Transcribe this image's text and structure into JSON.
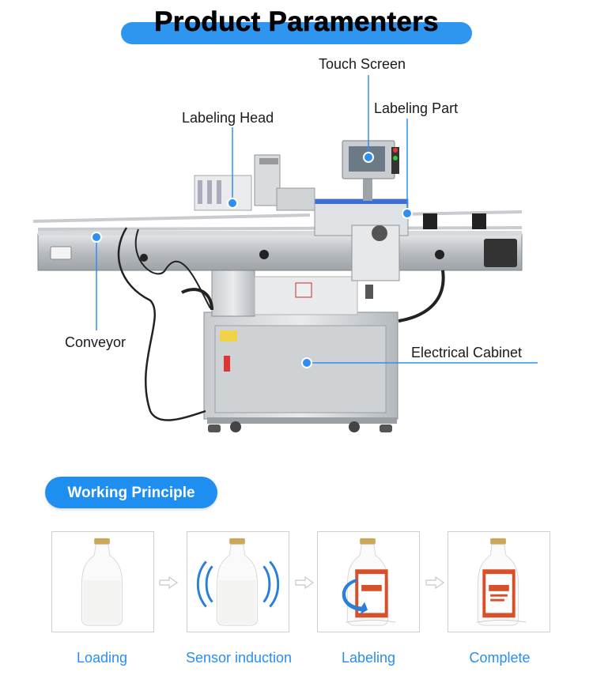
{
  "header": {
    "title": "Product Paramenters"
  },
  "callouts": {
    "touch_screen": "Touch Screen",
    "labeling_part": "Labeling Part",
    "labeling_head": "Labeling Head",
    "conveyor": "Conveyor",
    "electrical_cabinet": "Electrical Cabinet"
  },
  "working_principle": {
    "title": "Working Principle",
    "steps": [
      {
        "label": "Loading"
      },
      {
        "label": "Sensor induction"
      },
      {
        "label": "Labeling"
      },
      {
        "label": "Complete"
      }
    ]
  },
  "colors": {
    "accent_blue": "#2f96f0",
    "step_text_blue": "#2a8ef0",
    "label_red": "#d8502a"
  }
}
